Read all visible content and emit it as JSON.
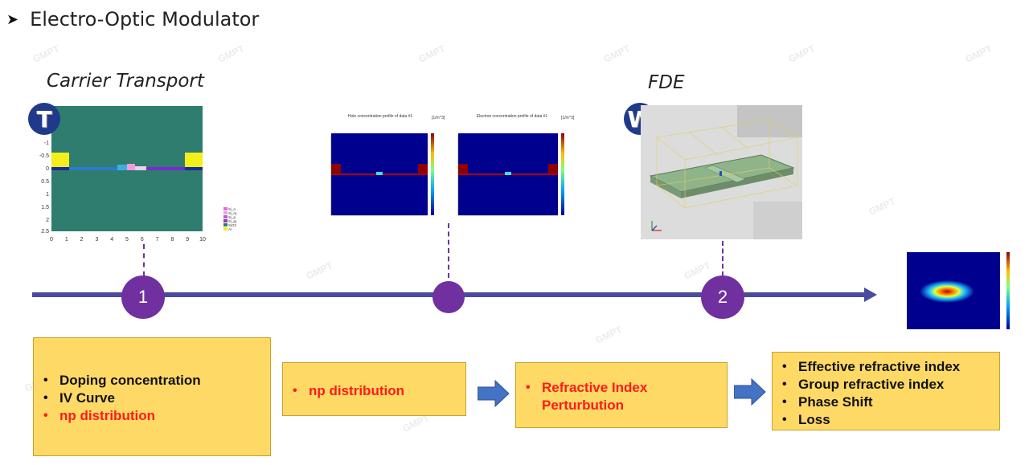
{
  "header": {
    "title": "Electro-Optic Modulator"
  },
  "sections": {
    "carrier": {
      "caption": "Carrier Transport",
      "badge": "T"
    },
    "fde": {
      "caption": "FDE",
      "badge": "W"
    }
  },
  "timeline": {
    "nodes": [
      {
        "label": "1"
      },
      {
        "label": ""
      },
      {
        "label": "2"
      }
    ]
  },
  "plots": {
    "hole_title": "Hole concentration profile of data #1",
    "electron_title": "Electron concentration profile of data #1",
    "unit": "[1/m^3]"
  },
  "structure_legend": [
    "Si_n",
    "Si_npp",
    "Si_p",
    "Si_ppp",
    "SiO2",
    "Al"
  ],
  "structure_axes": {
    "x_ticks": [
      "0",
      "1",
      "2",
      "3",
      "4",
      "5",
      "6",
      "7",
      "8",
      "9",
      "10"
    ],
    "y_ticks": [
      "-1",
      "-0.5",
      "0",
      "0.5",
      "1",
      "1.5",
      "2",
      "2.5"
    ]
  },
  "boxes": {
    "box1": {
      "items": [
        {
          "text": "Doping concentration",
          "highlight": false
        },
        {
          "text": "IV Curve",
          "highlight": false
        },
        {
          "text": "np distribution",
          "highlight": true
        }
      ]
    },
    "box2": {
      "items": [
        {
          "text": "np distribution",
          "highlight": true
        }
      ]
    },
    "box3": {
      "items": [
        {
          "text": "Refractive Index Perturbution",
          "highlight": true
        }
      ]
    },
    "box4": {
      "items": [
        {
          "text": "Effective refractive index",
          "highlight": false
        },
        {
          "text": "Group refractive index",
          "highlight": false
        },
        {
          "text": "Phase Shift",
          "highlight": false
        },
        {
          "text": "Loss",
          "highlight": false
        }
      ]
    }
  },
  "watermark": "GMPT",
  "colors": {
    "timeline": "#4b4b9e",
    "node": "#7030a0",
    "box": "#ffd966",
    "highlight": "#ff1a1a",
    "arrow": "#4472c4"
  }
}
